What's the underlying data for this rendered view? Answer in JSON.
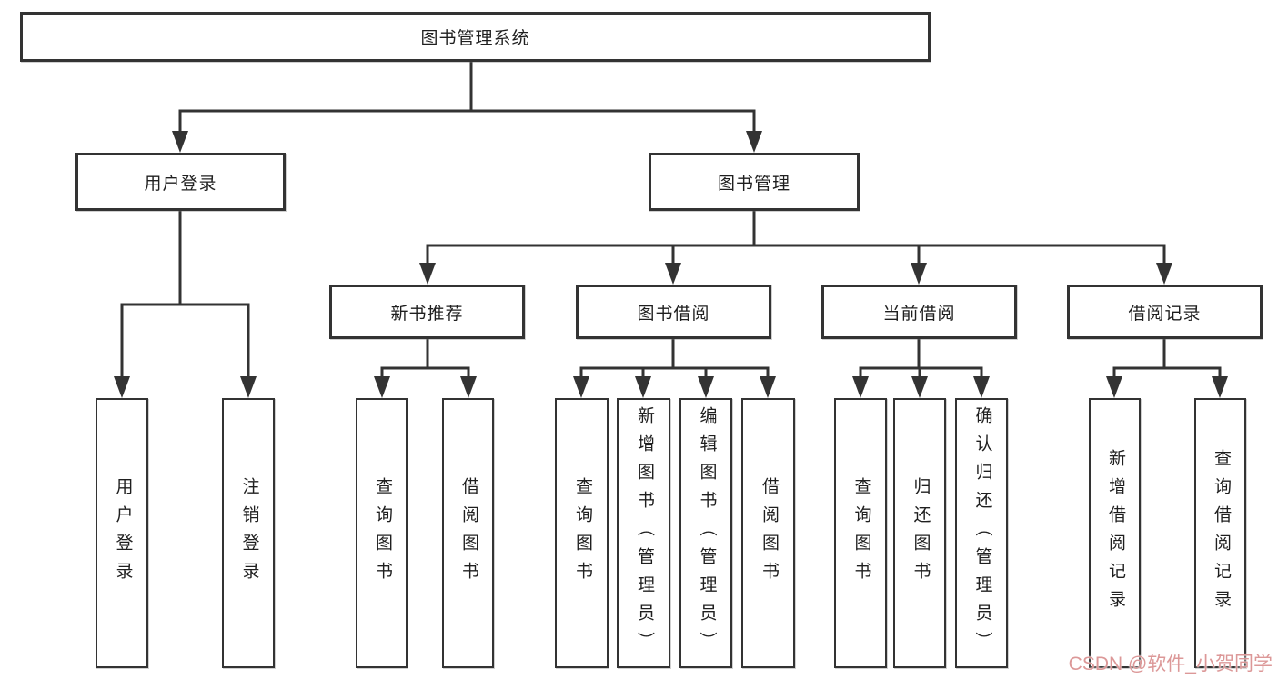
{
  "diagram": {
    "root": "图书管理系统",
    "level2": {
      "user_login": "用户登录",
      "book_management": "图书管理"
    },
    "level3": {
      "new_book_recommend": "新书推荐",
      "book_borrowing": "图书借阅",
      "current_borrowing": "当前借阅",
      "borrowing_records": "借阅记录"
    },
    "leaves": {
      "user_login": [
        "用户登录",
        "注销登录"
      ],
      "new_book_recommend": [
        "查询图书",
        "借阅图书"
      ],
      "book_borrowing": [
        "查询图书",
        "新增图书（管理员）",
        "编辑图书（管理员）",
        "借阅图书"
      ],
      "current_borrowing": [
        "查询图书",
        "归还图书",
        "确认归还（管理员）"
      ],
      "borrowing_records": [
        "新增借阅记录",
        "查询借阅记录"
      ]
    }
  },
  "watermark": "CSDN @软件_小贺同学",
  "colors": {
    "line": "#333333",
    "box_border": "#333333",
    "box_background": "#ffffff",
    "text": "#1f1f1f",
    "watermark": "#d68686"
  }
}
